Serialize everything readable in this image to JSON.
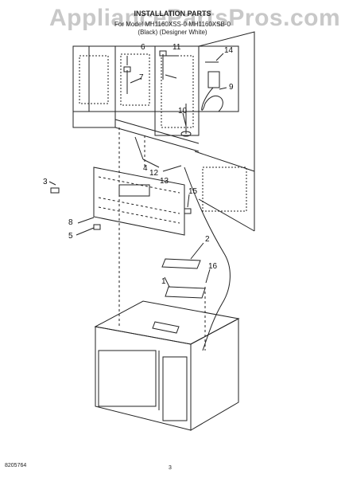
{
  "header": {
    "title": "INSTALLATION PARTS",
    "model_line": "For Model MH1160XSS-0 MH1160XSB-0",
    "variant_line": "(Black)    (Designer White)"
  },
  "watermark": "AppliancePartsPros.com",
  "callouts": [
    "1",
    "2",
    "3",
    "4",
    "5",
    "6",
    "7",
    "8",
    "9",
    "10",
    "11",
    "12",
    "13",
    "14",
    "15",
    "16"
  ],
  "footer": {
    "doc_number": "8205764",
    "page": "3"
  }
}
